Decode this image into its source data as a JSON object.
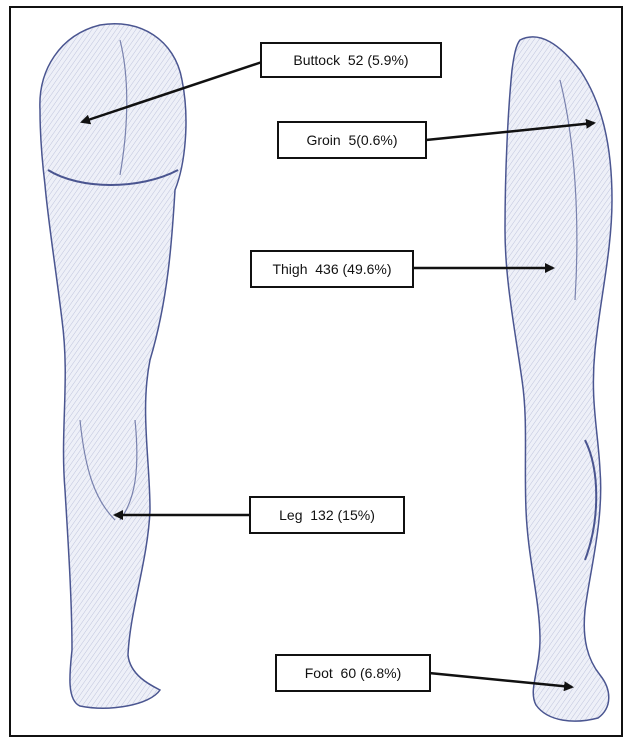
{
  "regions": [
    {
      "id": "buttock",
      "text": "Buttock  52 (5.9%)",
      "region": "Buttock",
      "count": 52,
      "percent": 5.9
    },
    {
      "id": "groin",
      "text": "Groin  5(0.6%)",
      "region": "Groin",
      "count": 5,
      "percent": 0.6
    },
    {
      "id": "thigh",
      "text": "Thigh  436 (49.6%)",
      "region": "Thigh",
      "count": 436,
      "percent": 49.6
    },
    {
      "id": "leg",
      "text": "Leg  132 (15%)",
      "region": "Leg",
      "count": 132,
      "percent": 15
    },
    {
      "id": "foot",
      "text": "Foot  60 (6.8%)",
      "region": "Foot",
      "count": 60,
      "percent": 6.8
    }
  ],
  "colors": {
    "ink": "#111111",
    "sketch": "#7f8cb8",
    "sketch_dark": "#4a5590",
    "paper": "#ffffff"
  }
}
